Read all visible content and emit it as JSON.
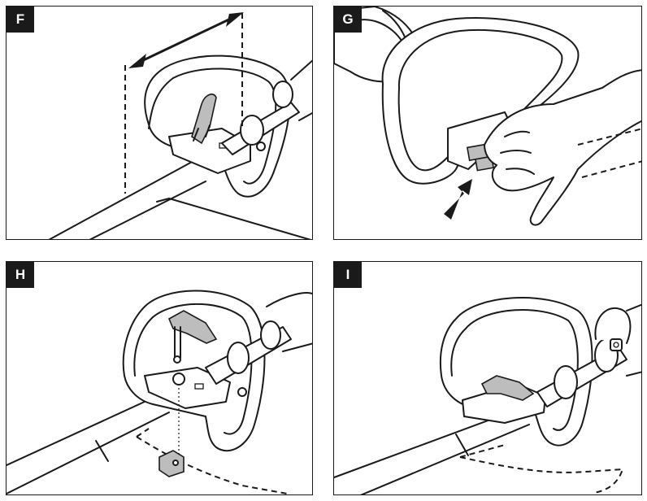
{
  "panels": [
    {
      "label": "F"
    },
    {
      "label": "G"
    },
    {
      "label": "H"
    },
    {
      "label": "I"
    }
  ]
}
